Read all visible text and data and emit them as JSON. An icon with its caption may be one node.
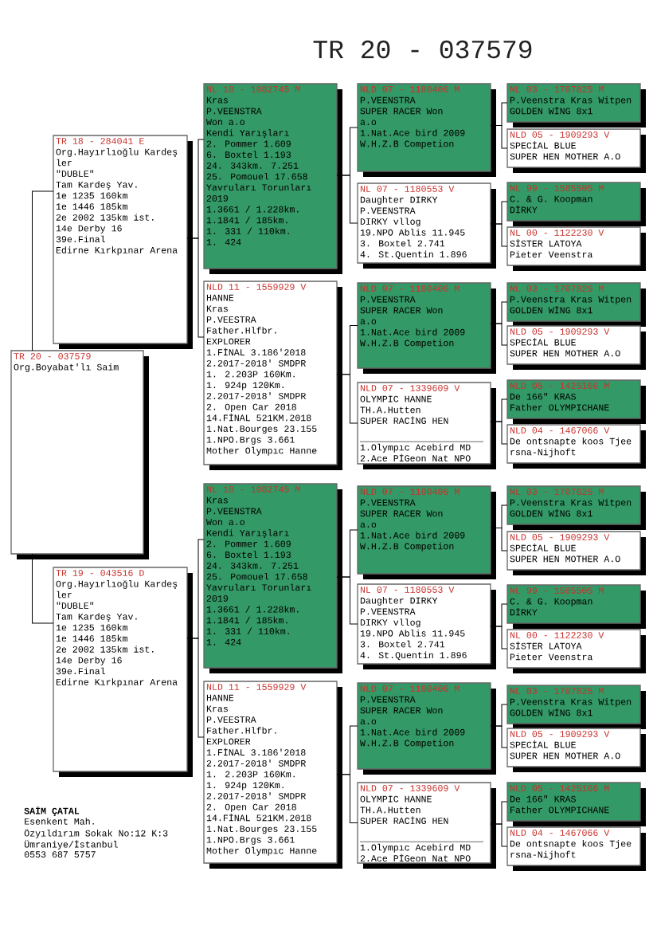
{
  "diagram": {
    "title": "TR 20 - 037579",
    "nodes": [
      {
        "text": [
          "TR 20 - 037579",
          "Org.Boyabat'lı Saim"
        ]
      },
      {
        "text": [
          "TR 18 - 284041 E",
          "Org.Hayırlıoğlu Kardeş",
          "ler",
          "\"DUBLE\"",
          "Tam Kardeş Yav.",
          "1e 1235 160km",
          "1e 1446 185km",
          "2e 2002 135km ist.",
          "14e Derby 16",
          "39e.Final",
          "Edirne Kırkpınar Arena"
        ]
      },
      {
        "text": [
          "TR 19 - 043516 D",
          "Org.Hayırlıoğlu Kardeş",
          "ler",
          "\"DUBLE\"",
          "Tam Kardeş Yav.",
          "1e 1235 160km",
          "1e 1446 185km",
          "2e 2002 135km ist.",
          "14e Derby 16",
          "39e.Final",
          "Edirne Kırkpınar Arena"
        ]
      },
      {
        "text": [
          "NL 10 - 1082745 M",
          "Kras",
          "P.VEENSTRA",
          "Won a.o",
          "Kendi Yarışları",
          "2. Pommer 1.609",
          "6. Boxtel 1.193",
          "24. 343km. 7.251",
          "25. Pomouel 17.658",
          "Yavruları Torunları",
          "2019",
          "1.3661 / 1.228km.",
          "1.1841 / 185km.",
          "1. 331 / 110km.",
          "1. 424"
        ]
      },
      {
        "text": [
          "NLD 11 - 1559929 V",
          "HANNE",
          "Kras",
          "P.VEESTRA",
          "Father.Hlfbr.",
          "EXPLORER",
          "1.FİNAL 3.186'2018",
          "2.2017-2018' SMDPR",
          "1. 2.203P 160Km.",
          "1. 924p 120Km.",
          "2.2017-2018' SMDPR",
          "2. Open Car 2018",
          "14.FİNAL 521KM.2018",
          "1.Nat.Bourges 23.155",
          "1.NPO.Brgs 3.661",
          "Mother Olympıc Hanne"
        ]
      },
      {
        "text": [
          "NL 10 - 1082745 M",
          "Kras",
          "P.VEENSTRA",
          "Won a.o",
          "Kendi Yarışları",
          "2. Pommer 1.609",
          "6. Boxtel 1.193",
          "24. 343km. 7.251",
          "25. Pomouel 17.658",
          "Yavruları Torunları",
          "2019",
          "1.3661 / 1.228km.",
          "1.1841 / 185km.",
          "1. 331 / 110km.",
          "1. 424"
        ]
      },
      {
        "text": [
          "NLD 11 - 1559929 V",
          "HANNE",
          "Kras",
          "P.VEESTRA",
          "Father.Hlfbr.",
          "EXPLORER",
          "1.FİNAL 3.186'2018",
          "2.2017-2018' SMDPR",
          "1. 2.203P 160Km.",
          "1. 924p 120Km.",
          "2.2017-2018' SMDPR",
          "2. Open Car 2018",
          "14.FİNAL 521KM.2018",
          "1.Nat.Bourges 23.155",
          "1.NPO.Brgs 3.661",
          "Mother Olympıc Hanne"
        ]
      },
      {
        "text": [
          "NLD 07 - 1180406 M",
          "P.VEENSTRA",
          "SUPER RACER Won",
          "a.o",
          "1.Nat.Ace bird 2009",
          "W.H.Z.B Competion"
        ]
      },
      {
        "text": [
          "NL 07 - 1180553 V",
          "Daughter DIRKY",
          "P.VEENSTRA",
          "DIRKY vllog",
          "19.NPO Ablis 11.945",
          "3. Boxtel 2.741",
          "4. St.Quentin 1.896"
        ]
      },
      {
        "text": [
          "NLD 07 - 1180406 M",
          "P.VEENSTRA",
          "SUPER RACER Won",
          "a.o",
          "1.Nat.Ace bird 2009",
          "W.H.Z.B Competion"
        ]
      },
      {
        "text": [
          "NLD 07 - 1339609 V",
          "OLYMPIC HANNE",
          "TH.A.Hutten",
          "SUPER RACİNG HEN",
          "1.Olympıc Acebird MD",
          "2.Ace PİGeon Nat NPO"
        ]
      },
      {
        "text": [
          "NLD 07 - 1180406 M",
          "P.VEENSTRA",
          "SUPER RACER Won",
          "a.o",
          "1.Nat.Ace bird 2009",
          "W.H.Z.B Competion"
        ]
      },
      {
        "text": [
          "NL 07 - 1180553 V",
          "Daughter DIRKY",
          "P.VEENSTRA",
          "DIRKY vllog",
          "19.NPO Ablis 11.945",
          "3. Boxtel 2.741",
          "4. St.Quentin 1.896"
        ]
      },
      {
        "text": [
          "NLD 07 - 1180406 M",
          "P.VEENSTRA",
          "SUPER RACER Won",
          "a.o",
          "1.Nat.Ace bird 2009",
          "W.H.Z.B Competion"
        ]
      },
      {
        "text": [
          "NLD 07 - 1339609 V",
          "OLYMPIC HANNE",
          "TH.A.Hutten",
          "SUPER RACİNG HEN",
          "1.Olympıc Acebird MD",
          "2.Ace PİGeon Nat NPO"
        ]
      },
      {
        "text": [
          "NL 03 - 1707825 M",
          "P.Veenstra Kras Witpen",
          "GOLDEN WİNG 8x1"
        ]
      },
      {
        "text": [
          "NLD 05 - 1909293 V",
          "SPECİAL BLUE",
          "SUPER HEN MOTHER A.O"
        ]
      },
      {
        "text": [
          "NL 99 - 1585505 M",
          "C. & G. Koopman",
          "DİRKY"
        ]
      },
      {
        "text": [
          "NL 00 - 1122230 V",
          "SİSTER LATOYA",
          "Pieter Veenstra"
        ]
      },
      {
        "text": [
          "NL 03 - 1707825 M",
          "P.Veenstra Kras Witpen",
          "GOLDEN WİNG 8x1"
        ]
      },
      {
        "text": [
          "NLD 05 - 1909293 V",
          "SPECİAL BLUE",
          "SUPER HEN MOTHER A.O"
        ]
      },
      {
        "text": [
          "NLD 05 - 1425166 M",
          "De 166\" KRAS",
          "Father OLYMPICHANE"
        ]
      },
      {
        "text": [
          "NLD 04 - 1467066 V",
          "De ontsnapte koos Tjee",
          "rsna-Nijhoft"
        ]
      },
      {
        "text": [
          "NL 03 - 1707825 M",
          "P.Veenstra Kras Witpen",
          "GOLDEN WİNG 8x1"
        ]
      },
      {
        "text": [
          "NLD 05 - 1909293 V",
          "SPECİAL BLUE",
          "SUPER HEN MOTHER A.O"
        ]
      },
      {
        "text": [
          "NL 99 - 1585505 M",
          "C. & G. Koopman",
          "DİRKY"
        ]
      },
      {
        "text": [
          "NL 00 - 1122230 V",
          "SİSTER LATOYA",
          "Pieter Veenstra"
        ]
      },
      {
        "text": [
          "NL 03 - 1707825 M",
          "P.Veenstra Kras Witpen",
          "GOLDEN WİNG 8x1"
        ]
      },
      {
        "text": [
          "NLD 05 - 1909293 V",
          "SPECİAL BLUE",
          "SUPER HEN MOTHER A.O"
        ]
      },
      {
        "text": [
          "NLD 05 - 1425166 M",
          "De 166\" KRAS",
          "Father OLYMPICHANE"
        ]
      },
      {
        "text": [
          "NLD 04 - 1467066 V",
          "De ontsnapte koos Tjee",
          "rsna-Nijhoft"
        ]
      }
    ],
    "edges": [
      {
        "from": 0,
        "to": 1,
        "arrow": "none"
      },
      {
        "from": 0,
        "to": 2,
        "arrow": "none"
      },
      {
        "from": 1,
        "to": 3,
        "arrow": "none"
      },
      {
        "from": 1,
        "to": 4,
        "arrow": "none"
      },
      {
        "from": 2,
        "to": 5,
        "arrow": "none"
      },
      {
        "from": 2,
        "to": 6,
        "arrow": "none"
      },
      {
        "from": 3,
        "to": 7,
        "arrow": "none"
      },
      {
        "from": 3,
        "to": 8,
        "arrow": "none"
      },
      {
        "from": 4,
        "to": 9,
        "arrow": "none"
      },
      {
        "from": 4,
        "to": 10,
        "arrow": "none"
      },
      {
        "from": 5,
        "to": 11,
        "arrow": "none"
      },
      {
        "from": 5,
        "to": 12,
        "arrow": "none"
      },
      {
        "from": 6,
        "to": 13,
        "arrow": "none"
      },
      {
        "from": 6,
        "to": 14,
        "arrow": "none"
      },
      {
        "from": 7,
        "to": 15,
        "arrow": "none"
      },
      {
        "from": 7,
        "to": 16,
        "arrow": "none"
      },
      {
        "from": 8,
        "to": 17,
        "arrow": "none"
      },
      {
        "from": 8,
        "to": 18,
        "arrow": "none"
      },
      {
        "from": 9,
        "to": 19,
        "arrow": "none"
      },
      {
        "from": 9,
        "to": 20,
        "arrow": "none"
      },
      {
        "from": 10,
        "to": 21,
        "arrow": "none"
      },
      {
        "from": 10,
        "to": 22,
        "arrow": "none"
      },
      {
        "from": 11,
        "to": 23,
        "arrow": "none"
      },
      {
        "from": 11,
        "to": 24,
        "arrow": "none"
      },
      {
        "from": 12,
        "to": 25,
        "arrow": "none"
      },
      {
        "from": 12,
        "to": 26,
        "arrow": "none"
      },
      {
        "from": 13,
        "to": 27,
        "arrow": "none"
      },
      {
        "from": 13,
        "to": 28,
        "arrow": "none"
      },
      {
        "from": 14,
        "to": 29,
        "arrow": "none"
      },
      {
        "from": 14,
        "to": 30,
        "arrow": "none"
      }
    ],
    "labels": [
      "SAİM ÇATAL",
      "Esenkent Mah.",
      "Özyıldırım Sokak No:12 K:3",
      "Ümraniye/İstanbul",
      "0553 687 5757"
    ]
  }
}
